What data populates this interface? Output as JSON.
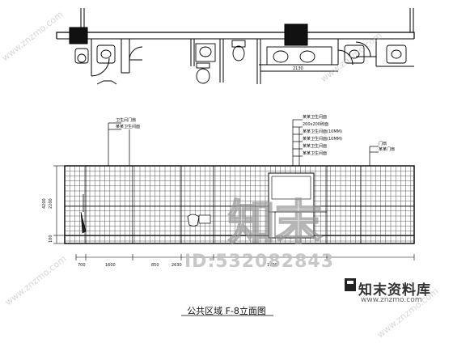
{
  "drawing": {
    "caption": "公共区域 F-8立面图",
    "plan_dims": [
      "2130"
    ],
    "height_dims": [
      "2200",
      "4200",
      "100"
    ],
    "bottom_dims": [
      "700",
      "1600",
      "850",
      "2630",
      "1700"
    ],
    "callouts_left": [
      "卫生间门扇",
      "某某卫生间面"
    ],
    "callouts_center": [
      "某某卫生间面",
      "200x200砖面",
      "某某卫生间面(10MM)",
      "某某卫生间面(10MM)",
      "某某卫生间面",
      "某某卫生间面"
    ],
    "callouts_right": [
      "门扇",
      "某某门扇"
    ]
  },
  "watermark": {
    "id_text": "ID:532082843",
    "brand_cn": "知末资料库",
    "brand_url": "www.znzmo.com",
    "big_text": "知末",
    "diag_text": "www.znzmo.com"
  },
  "colors": {
    "line": "#000000",
    "tile": "#333333",
    "watermark": "#bdbdbd"
  }
}
